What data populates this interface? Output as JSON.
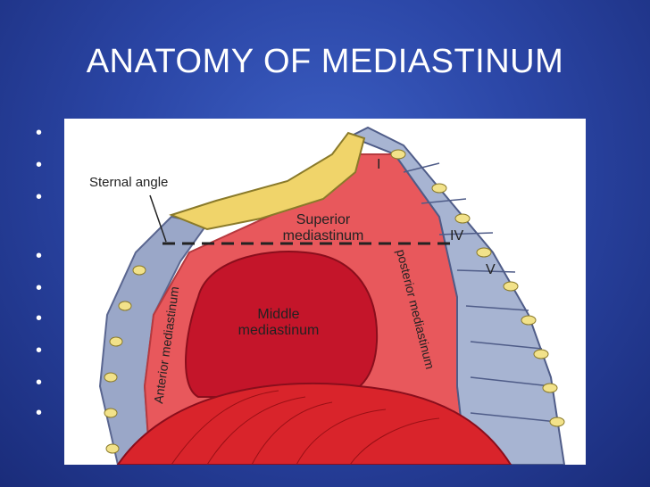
{
  "slide": {
    "title": "ANATOMY OF MEDIASTINUM",
    "bullet_symbol": "•"
  },
  "figure": {
    "labels": {
      "sternal_angle": "Sternal angle",
      "superior_line1": "Superior",
      "superior_line2": "mediastinum",
      "middle_line1": "Middle",
      "middle_line2": "mediastinum",
      "anterior": "Anterior mediastinum",
      "posterior": "posterior mediastinum",
      "rib_1": "I",
      "rib_4": "IV",
      "rib_5": "V"
    },
    "colors": {
      "cavity": "#e8585c",
      "cavity_light": "#f17d78",
      "heart": "#c4152a",
      "sternum": "#f0d46a",
      "vertebra": "#a7b4d2",
      "diaphragm": "#d9242b"
    }
  }
}
